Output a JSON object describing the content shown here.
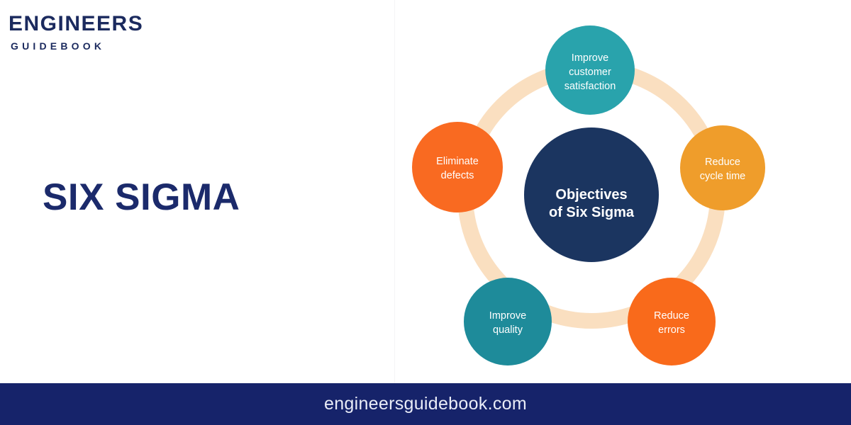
{
  "brand": {
    "line1": "ENGINEERS",
    "line2": "GUIDEBOOK"
  },
  "headline": "SIX SIGMA",
  "footer": {
    "url": "engineersguidebook.com"
  },
  "colors": {
    "navy": "#16236a",
    "headline_navy": "#1b2a6b",
    "center_navy": "#1b3560",
    "teal_light": "#29a3ac",
    "teal_dark": "#1e8b9a",
    "amber": "#ef9d2b",
    "orange": "#f96a21",
    "orange_deep": "#f96a1b",
    "ring_cream": "#fadfc0",
    "background": "#ffffff",
    "footer_text": "#e9ecf7"
  },
  "chart_data": {
    "type": "diagram",
    "title": "Objectives of Six Sigma",
    "center": {
      "label_lines": [
        "Objectives",
        "of Six Sigma"
      ],
      "color": "#1b3560",
      "radius": 95
    },
    "ring": {
      "color": "#fadfc0",
      "radius": 178,
      "stroke_width": 22
    },
    "nodes": [
      {
        "id": "improve-customer-satisfaction",
        "label_lines": [
          "Improve",
          "customer",
          "satisfaction"
        ],
        "color": "#29a3ac",
        "radius": 63,
        "position": "top",
        "angle_deg": 270
      },
      {
        "id": "reduce-cycle-time",
        "label_lines": [
          "Reduce",
          "cycle time"
        ],
        "color": "#ef9d2b",
        "radius": 60,
        "position": "right",
        "angle_deg": 342
      },
      {
        "id": "reduce-errors",
        "label_lines": [
          "Reduce",
          "errors"
        ],
        "color": "#f96a1b",
        "radius": 62,
        "position": "bottom-right",
        "angle_deg": 54
      },
      {
        "id": "improve-quality",
        "label_lines": [
          "Improve",
          "quality"
        ],
        "color": "#1e8b9a",
        "radius": 62,
        "position": "bottom-left",
        "angle_deg": 126
      },
      {
        "id": "eliminate-defects",
        "label_lines": [
          "Eliminate",
          "defects"
        ],
        "color": "#f96a21",
        "radius": 64,
        "position": "left",
        "angle_deg": 198
      }
    ]
  },
  "diagram": {
    "center_line1": "Objectives",
    "center_line2": "of Six Sigma",
    "nodes": {
      "top": {
        "l1": "Improve",
        "l2": "customer",
        "l3": "satisfaction"
      },
      "right": {
        "l1": "Reduce",
        "l2": "cycle time"
      },
      "bottom_right": {
        "l1": "Reduce",
        "l2": "errors"
      },
      "bottom_left": {
        "l1": "Improve",
        "l2": "quality"
      },
      "left": {
        "l1": "Eliminate",
        "l2": "defects"
      }
    }
  }
}
